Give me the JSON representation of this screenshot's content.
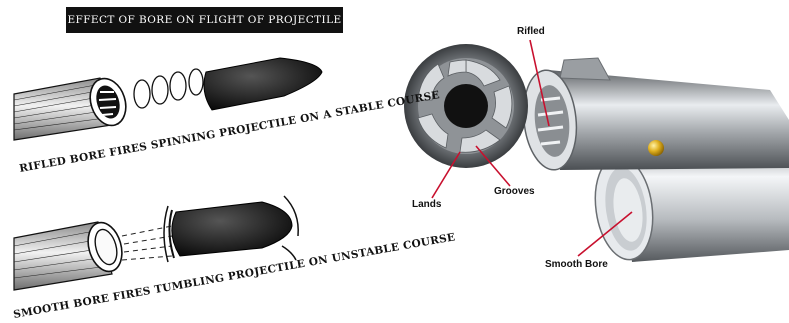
{
  "left_panel": {
    "title": "EFFECT OF BORE ON FLIGHT OF PROJECTILE",
    "rifled_caption": "RIFLED BORE FIRES SPINNING PROJECTILE ON A STABLE COURSE",
    "smooth_caption": "SMOOTH BORE FIRES TUMBLING PROJECTILE ON UNSTABLE COURSE"
  },
  "right_panel": {
    "labels": {
      "rifled": "Rifled",
      "lands": "Lands",
      "grooves": "Grooves",
      "smooth_bore": "Smooth Bore"
    },
    "pointer_color": "#c8102e"
  }
}
